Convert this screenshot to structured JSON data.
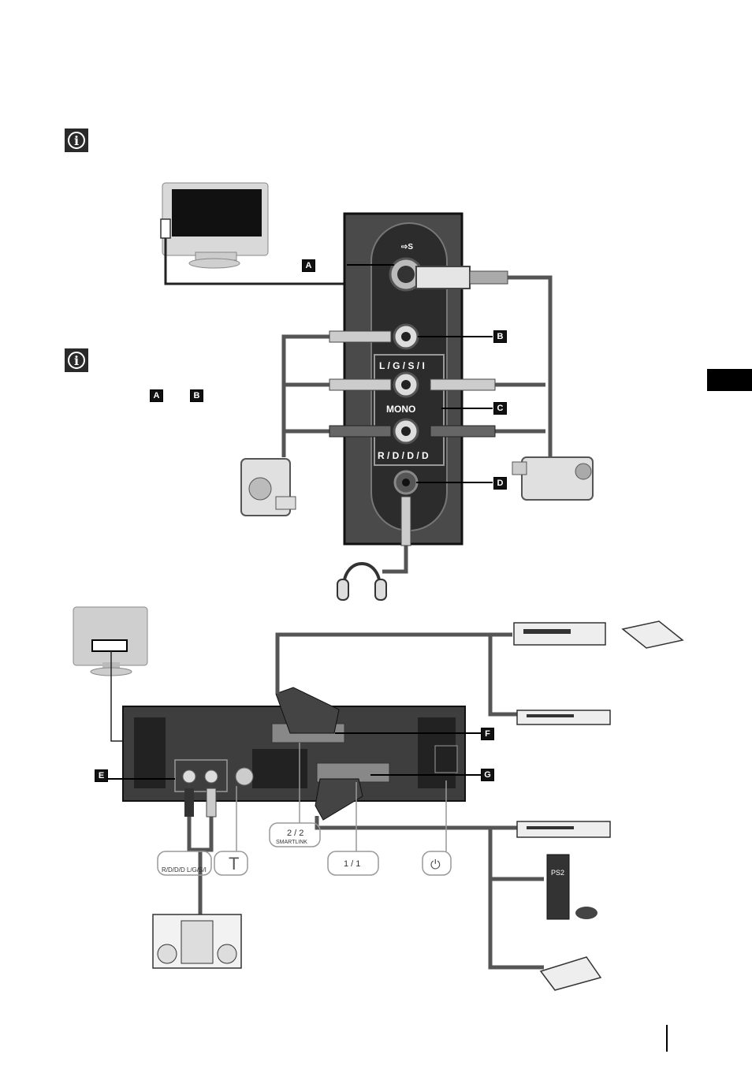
{
  "icons": {
    "info_top": "info-icon",
    "info_mid": "info-icon"
  },
  "connectors": {
    "a": "A",
    "b": "B",
    "c": "C",
    "d": "D",
    "e": "E",
    "f": "F",
    "g": "G"
  },
  "note_refs": {
    "a": "A",
    "b": "B"
  },
  "front_panel": {
    "audio_left": "L / G / S / I",
    "mono": "MONO",
    "audio_right": "R / D / D / D"
  },
  "rear_callouts": {
    "audio_out": "R/D/D/D",
    "audio_out_left": "L/G/S/I",
    "scart2": "2 / 2",
    "smartlink": "SMARTLINK",
    "scart1": "1 / 1"
  },
  "colors": {
    "panel_bg": "#4a4a4a",
    "cable": "#555555",
    "label_tag": "#111111"
  }
}
